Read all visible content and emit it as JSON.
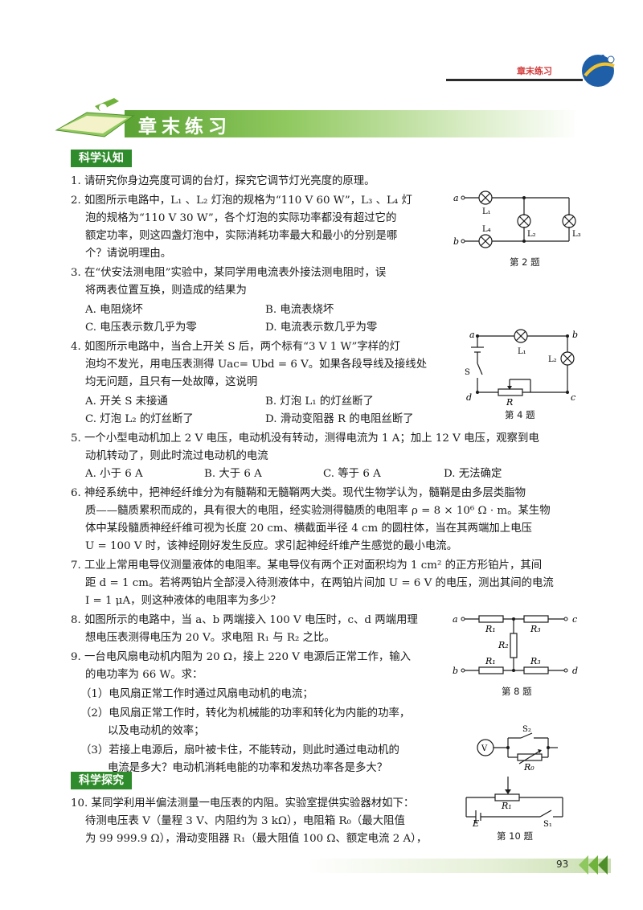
{
  "header": {
    "section_label": "章末练习",
    "page_number": "93"
  },
  "banner": {
    "title": "章末练习"
  },
  "sections": {
    "science_awareness": "科学认知",
    "science_inquiry": "科学探究"
  },
  "lines": [
    "1. 请研究你身边亮度可调的台灯，探究它调节灯光亮度的原理。",
    "2. 如图所示电路中，L₁ 、L₂ 灯泡的规格为“110 V  60 W”，L₃ 、L₄ 灯",
    "泡的规格为“110 V  30 W”，各个灯泡的实际功率都没有超过它的",
    "额定功率，则这四盏灯泡中，实际消耗功率最大和最小的分别是哪",
    "个？请说明理由。",
    "3. 在“伏安法测电阻”实验中，某同学用电流表外接法测电阻时，误",
    "将两表位置互换，则造成的结果为",
    "4. 如图所示电路中，当合上开关 S 后，两个标有“3 V  1 W”字样的灯",
    "泡均不发光，用电压表测得 Uac= Ubd = 6 V。如果各段导线及接线处",
    "均无问题，且只有一处故障，这说明",
    "5. 一个小型电动机加上 2 V 电压，电动机没有转动，测得电流为 1 A；加上 12 V 电压，观察到电",
    "动机转动了，则此时流过电动机的电流",
    "6. 神经系统中，把神经纤维分为有髓鞘和无髓鞘两大类。现代生物学认为，髓鞘是由多层类脂物",
    "质——髓质累积而成的，具有很大的电阻，经实验测得髓质的电阻率 ρ = 8 × 10⁶ Ω · m。某生物",
    "体中某段髓质神经纤维可视为长度 20 cm、横截面半径 4 cm 的圆柱体，当在其两端加上电压",
    "U = 100 V 时，该神经刚好发生反应。求引起神经纤维产生感觉的最小电流。",
    "7. 工业上常用电导仪测量液体的电阻率。某电导仪有两个正对面积均为 1 cm² 的正方形铂片，其间",
    "距 d = 1 cm。若将两铂片全部浸入待测液体中，在两铂片间加 U = 6 V 的电压，测出其间的电流",
    "I = 1 μA，则这种液体的电阻率为多少？",
    "8. 如图所示的电路中，当 a、b 两端接入 100 V 电压时，c、d 两端用理",
    "想电压表测得电压为 20 V。求电阻 R₁ 与 R₂ 之比。",
    "9. 一台电风扇电动机内阻为 20 Ω，接上 220 V 电源后正常工作，输入",
    "的电功率为 66 W。求：",
    "（1）电风扇正常工作时通过风扇电动机的电流；",
    "（2）电风扇正常工作时，转化为机械能的功率和转化为内能的功率，",
    "以及电动机的效率；",
    "（3）若接上电源后，扇叶被卡住，不能转动，则此时通过电动机的",
    "电流是多大？电动机消耗电能的功率和发热功率各是多大？",
    "10. 某同学利用半偏法测量一电压表的内阻。实验室提供实验器材如下：",
    "待测电压表 V（量程 3 V、内阻约为 3 kΩ），电阻箱 R₀（最大阻值",
    "为 99 999.9 Ω），滑动变阻器 R₁（最大阻值 100 Ω、额定电流 2 A），"
  ],
  "options": {
    "q3": [
      "A. 电阻烧坏",
      "B. 电流表烧坏",
      "C. 电压表示数几乎为零",
      "D. 电流表示数几乎为零"
    ],
    "q4": [
      "A. 开关 S 未接通",
      "B. 灯泡 L₁ 的灯丝断了",
      "C. 灯泡 L₂ 的灯丝断了",
      "D. 滑动变阻器 R 的电阻丝断了"
    ],
    "q5": [
      "A. 小于 6 A",
      "B. 大于 6 A",
      "C. 等于 6 A",
      "D. 无法确定"
    ]
  },
  "figures": {
    "fig2": {
      "caption": "第 2 题",
      "labels": {
        "a": "a",
        "b": "b",
        "L1": "L₁",
        "L2": "L₂",
        "L3": "L₃",
        "L4": "L₄"
      }
    },
    "fig4": {
      "caption": "第 4 题",
      "labels": {
        "a": "a",
        "b": "b",
        "c": "c",
        "d": "d",
        "S": "S",
        "L1": "L₁",
        "L2": "L₂",
        "R": "R"
      }
    },
    "fig8": {
      "caption": "第 8 题",
      "labels": {
        "a": "a",
        "b": "b",
        "c": "c",
        "d": "d",
        "R1a": "R₁",
        "R1b": "R₁",
        "R3a": "R₃",
        "R3b": "R₃",
        "R2": "R₂"
      }
    },
    "fig10": {
      "caption": "第 10 题",
      "labels": {
        "V": "V",
        "S2": "S₂",
        "R0": "R₀",
        "R1": "R₁",
        "E": "E",
        "S1": "S₁"
      }
    }
  },
  "colors": {
    "section_green": "#2f8c2c",
    "banner_green": "#5aa233",
    "header_red": "#d23a3a",
    "question_red": "#c0392b"
  }
}
